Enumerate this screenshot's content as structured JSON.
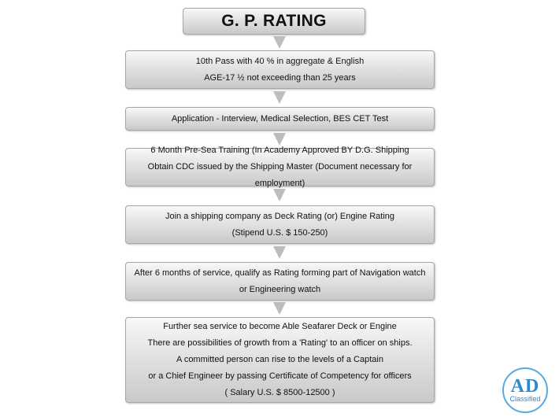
{
  "title": "G. P. RATING",
  "steps": [
    {
      "lines": [
        "10th Pass with 40 % in aggregate & English",
        "AGE-17 ½ not exceeding than 25 years"
      ]
    },
    {
      "lines": [
        "Application - Interview, Medical Selection, BES CET Test"
      ]
    },
    {
      "lines": [
        "6 Month Pre-Sea Training (In Academy Approved BY D.G. Shipping",
        "Obtain CDC issued by the Shipping Master (Document necessary for employment)"
      ]
    },
    {
      "lines": [
        "Join a shipping company as Deck Rating (or) Engine Rating",
        "(Stipend U.S. $ 150-250)"
      ]
    },
    {
      "lines": [
        "After 6 months of service, qualify as Rating forming part of Navigation watch",
        "or Engineering watch"
      ]
    },
    {
      "lines": [
        "Further sea service to become Able Seafarer Deck or Engine",
        "There are possibilities of growth from a 'Rating' to an officer on ships.",
        "A committed person can rise to the levels of a Captain",
        "or a Chief Engineer by passing Certificate of Competency for officers",
        "( Salary U.S. $ 8500-12500 )"
      ]
    }
  ],
  "logo": {
    "main": "AD",
    "sub": "Classified"
  }
}
